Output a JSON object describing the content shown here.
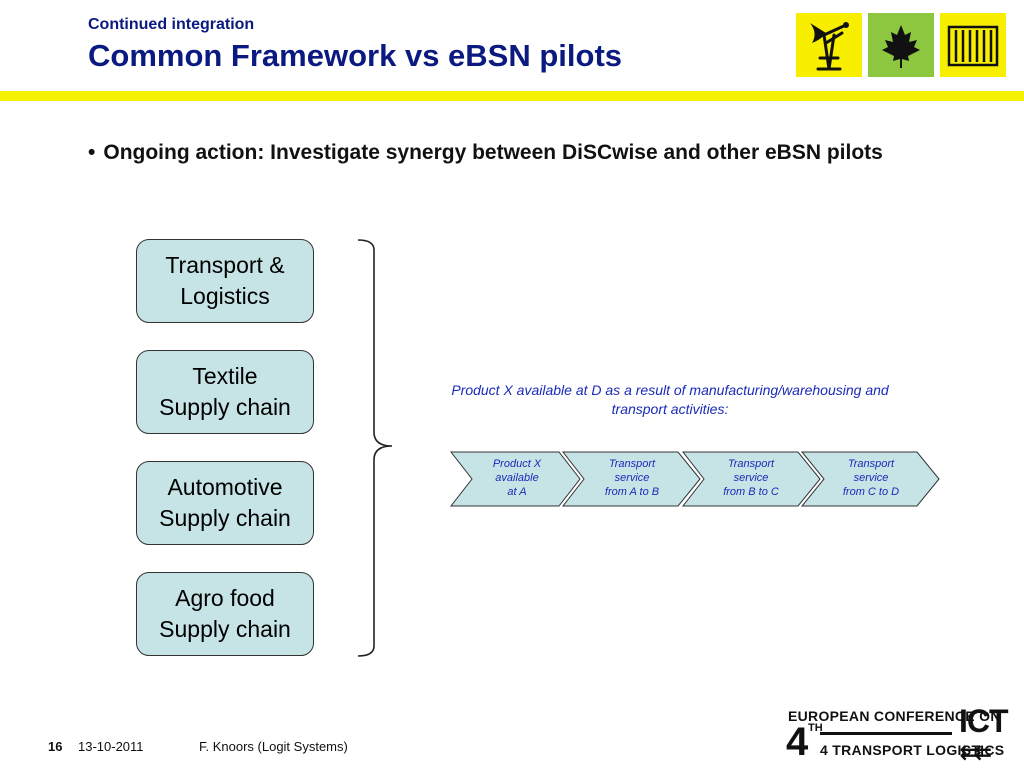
{
  "header": {
    "subtitle": "Continued integration",
    "title": "Common Framework vs eBSN pilots"
  },
  "logos": [
    {
      "name": "antenna-tower-icon",
      "bg": "#f8ee00"
    },
    {
      "name": "maple-leaf-icon",
      "bg": "#8dc63f"
    },
    {
      "name": "shipping-container-icon",
      "bg": "#f8ee00"
    }
  ],
  "bullet": {
    "text": "Ongoing action: Investigate synergy between DiSCwise and other eBSN pilots"
  },
  "sectors": [
    {
      "label": "Transport &\nLogistics"
    },
    {
      "label": "Textile\nSupply chain"
    },
    {
      "label": "Automotive\nSupply chain"
    },
    {
      "label": "Agro food\nSupply chain"
    }
  ],
  "process": {
    "caption": "Product X available at D as a result of manufacturing/warehousing and transport activities:",
    "steps": [
      {
        "label": "Product X\navailable\nat A"
      },
      {
        "label": "Transport\nservice\nfrom A to B"
      },
      {
        "label": "Transport\nservice\nfrom B to C"
      },
      {
        "label": "Transport\nservice\nfrom C to D"
      }
    ]
  },
  "footer": {
    "page": "16",
    "date": "13-10-2011",
    "author": "F. Knoors (Logit Systems)"
  },
  "conference_logo": {
    "top_text": "EUROPEAN CONFERENCE ON",
    "number": "4",
    "ordinal": "TH",
    "bottom_text": "4 TRANSPORT LOGISTICS",
    "ict": "ICT",
    "arrows": "⇇⇇"
  },
  "colors": {
    "title": "#0a1a80",
    "accent_yellow": "#f5ef00",
    "box_fill": "#c6e4e6",
    "process_text": "#1a2ab8"
  }
}
